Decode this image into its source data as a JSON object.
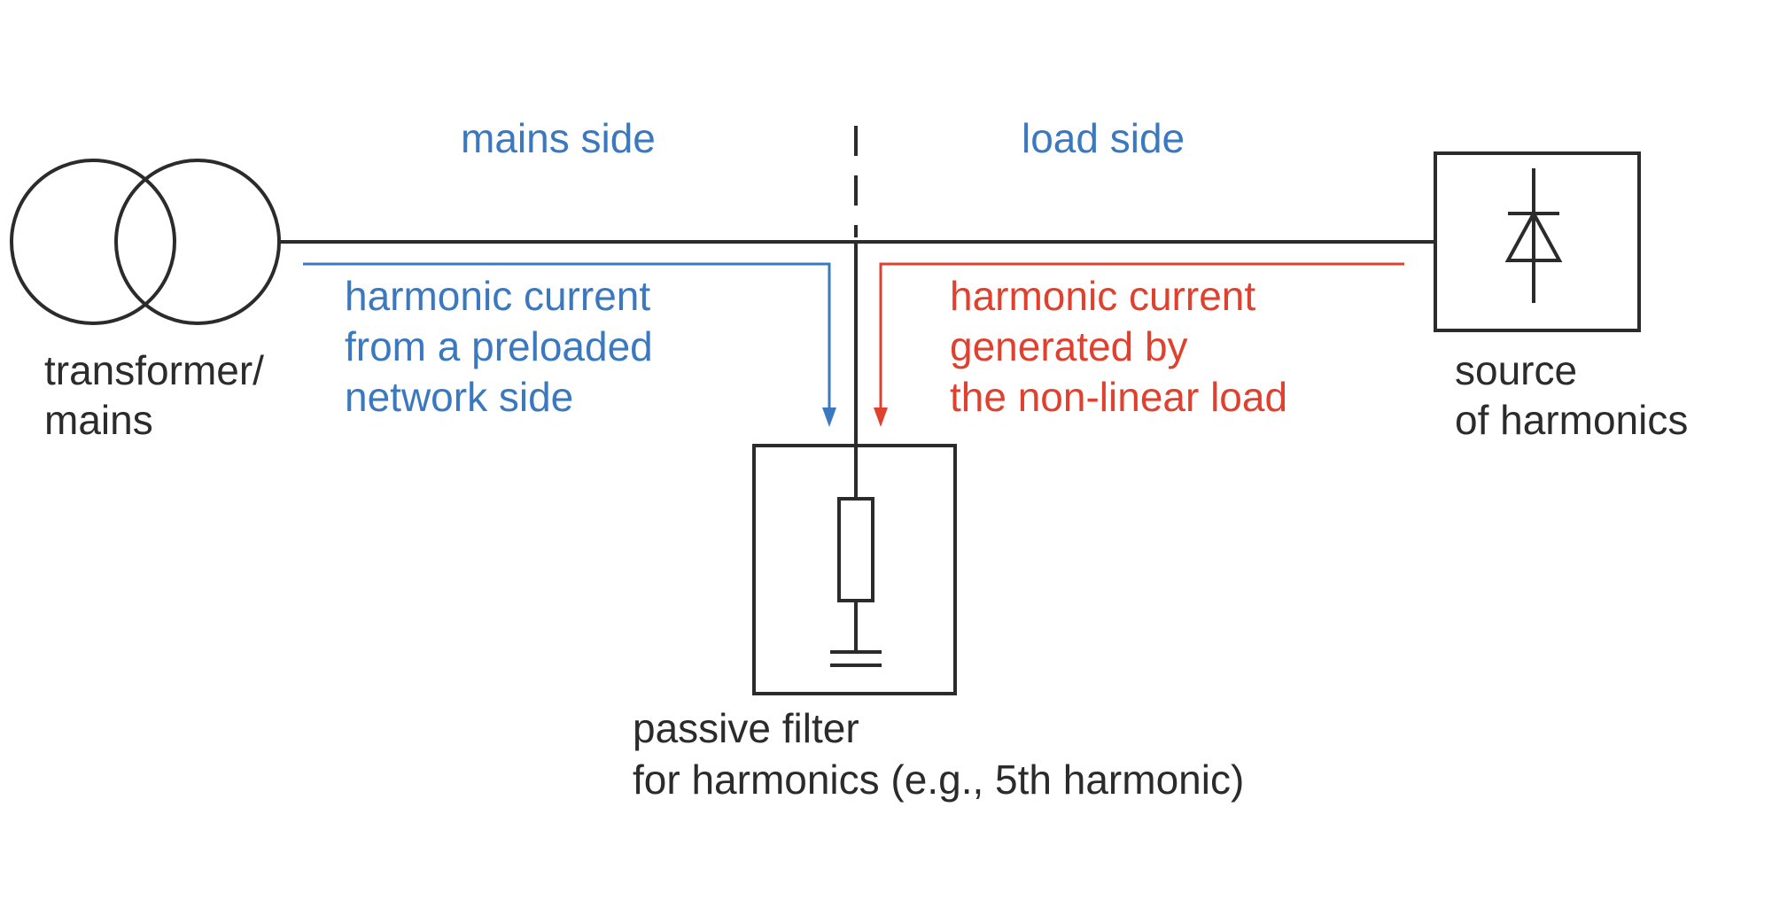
{
  "labels": {
    "mains_side": "mains side",
    "load_side": "load side",
    "transformer": [
      "transformer/",
      "mains"
    ],
    "mains_harmonic": [
      "harmonic current",
      "from a preloaded",
      "network side"
    ],
    "load_harmonic": [
      "harmonic current",
      "generated by",
      "the non-linear load"
    ],
    "source": [
      "source",
      "of harmonics"
    ],
    "filter": [
      "passive filter",
      "for harmonics (e.g., 5th harmonic)"
    ]
  },
  "colors": {
    "line": "#2b2b2b",
    "blue": "#3a78c0",
    "red": "#e0402e",
    "text": "#2b2b2b"
  },
  "icons": {
    "transformer": "transformer-symbol-icon",
    "diode": "diode-symbol-icon",
    "resistor": "filter-impedance-icon",
    "ground": "capacitor-ground-icon"
  }
}
